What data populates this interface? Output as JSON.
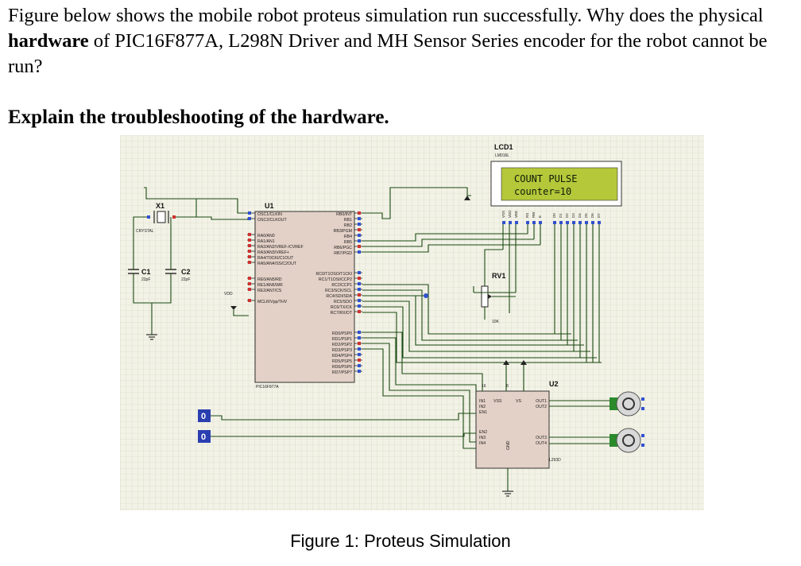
{
  "question": {
    "part1": "Figure below shows the mobile robot proteus simulation run successfully. Why does the physical ",
    "bold": "hardware",
    "part2": " of PIC16F877A, L298N Driver and MH Sensor Series encoder for the robot cannot be run?"
  },
  "subheading": "Explain the troubleshooting of the hardware.",
  "figure": {
    "caption": "Figure 1: Proteus Simulation",
    "lcd": {
      "ref": "LCD1",
      "model": "LM016L",
      "line1": "COUNT PULSE",
      "line2": "counter=10",
      "pins": [
        "VSS",
        "VDD",
        "VEE",
        "RS",
        "RW",
        "E",
        "D0",
        "D1",
        "D2",
        "D3",
        "D4",
        "D5",
        "D6",
        "D7"
      ]
    },
    "crystal": {
      "ref": "X1",
      "label": "CRYSTAL"
    },
    "c1": {
      "ref": "C1",
      "value": "22pF"
    },
    "c2": {
      "ref": "C2",
      "value": "22pF"
    },
    "vdd": "VDD",
    "mcu": {
      "ref": "U1",
      "model": "PIC16F877A",
      "left_pins": [
        "OSC1/CLKIN",
        "OSC2/CLKOUT",
        "RA0/AN0",
        "RA1/AN1",
        "RA2/AN2/VREF-/CVREF",
        "RA3/AN3/VREF+",
        "RA4/T0CKI/C1OUT",
        "RA5/AN4/SS/C2OUT",
        "RE0/AN5/RD",
        "RE1/AN6/WR",
        "RE2/AN7/CS",
        "MCLR/Vpp/THV"
      ],
      "right_pins_b": [
        "RB0/INT",
        "RB1",
        "RB2",
        "RB3/PGM",
        "RB4",
        "RB5",
        "RB6/PGC",
        "RB7/PGD"
      ],
      "right_pins_c": [
        "RC0/T1OSO/T1CKI",
        "RC1/T1OSI/CCP2",
        "RC2/CCP1",
        "RC3/SCK/SCL",
        "RC4/SDI/SDA",
        "RC5/SDO",
        "RC6/TX/CK",
        "RC7/RX/DT"
      ],
      "right_pins_d": [
        "RD0/PSP0",
        "RD1/PSP1",
        "RD2/PSP2",
        "RD3/PSP3",
        "RD4/PSP4",
        "RD5/PSP5",
        "RD6/PSP6",
        "RD7/PSP7"
      ]
    },
    "rv": {
      "ref": "RV1",
      "value": "10K"
    },
    "driver": {
      "ref": "U2",
      "model": "L293D",
      "left_pins": [
        "IN1",
        "IN2",
        "EN1",
        "EN2",
        "IN3",
        "IN4"
      ],
      "right_pins": [
        "OUT1",
        "OUT2",
        "OUT3",
        "OUT4"
      ],
      "top_pins": [
        "VSS",
        "VS"
      ],
      "pin16": "16",
      "pin8": "8",
      "gnd": "GND"
    },
    "logic1": "0",
    "logic2": "0"
  }
}
